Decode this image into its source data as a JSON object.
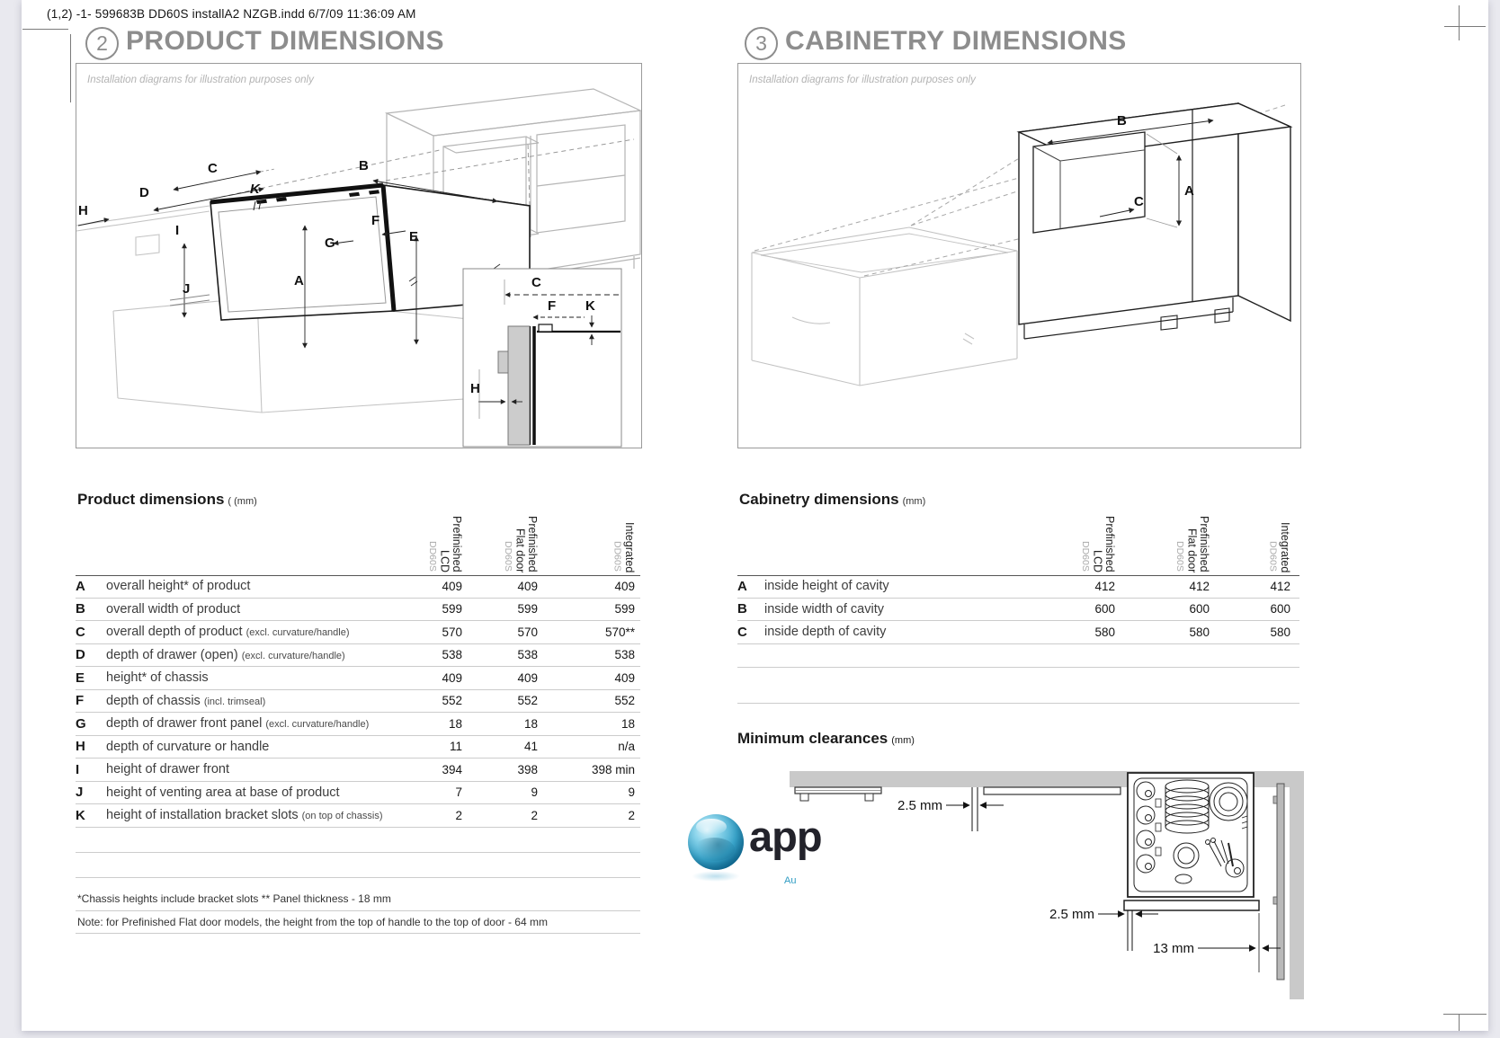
{
  "viewer": {
    "header_text": "(1,2)  -1- 599683B DD60S installA2 NZGB.indd 6/7/09 11:36:09 AM"
  },
  "product_section": {
    "number": "2",
    "title": "PRODUCT DIMENSIONS",
    "diagram_note": "Installation diagrams for illustration purposes only",
    "diagram_labels": {
      "c": "C",
      "b": "B",
      "d": "D",
      "h": "H",
      "k": "K",
      "i": "I",
      "f": "F",
      "e": "E",
      "g": "G",
      "a": "A",
      "j": "J"
    },
    "inset_labels": {
      "c": "C",
      "f": "F",
      "k": "K",
      "h": "H"
    },
    "table": {
      "title": "Product dimensions",
      "unit": "( (mm)",
      "columns": [
        {
          "model": "DD60S",
          "line1": "Prefinished",
          "line2": "LCD"
        },
        {
          "model": "DD60S",
          "line1": "Prefinished",
          "line2": "Flat door"
        },
        {
          "model": "DD60S",
          "line1": "Integrated",
          "line2": ""
        }
      ],
      "rows": [
        {
          "key": "A",
          "desc": "overall height* of product",
          "note": "",
          "v1": "409",
          "v2": "409",
          "v3": "409"
        },
        {
          "key": "B",
          "desc": "overall width of product",
          "note": "",
          "v1": "599",
          "v2": "599",
          "v3": "599"
        },
        {
          "key": "C",
          "desc": "overall depth of product",
          "note": "(excl. curvature/handle)",
          "v1": "570",
          "v2": "570",
          "v3": "570**"
        },
        {
          "key": "D",
          "desc": "depth of drawer (open)",
          "note": "(excl. curvature/handle)",
          "v1": "538",
          "v2": "538",
          "v3": "538"
        },
        {
          "key": "E",
          "desc": "height* of chassis",
          "note": "",
          "v1": "409",
          "v2": "409",
          "v3": "409"
        },
        {
          "key": "F",
          "desc": "depth of chassis",
          "note": "(incl. trimseal)",
          "v1": "552",
          "v2": "552",
          "v3": "552"
        },
        {
          "key": "G",
          "desc": "depth of drawer front panel",
          "note": "(excl. curvature/handle)",
          "v1": "18",
          "v2": "18",
          "v3": "18"
        },
        {
          "key": "H",
          "desc": "depth of curvature or handle",
          "note": "",
          "v1": "11",
          "v2": "41",
          "v3": "n/a"
        },
        {
          "key": "I",
          "desc": "height of drawer front",
          "note": "",
          "v1": "394",
          "v2": "398",
          "v3": "398 min"
        },
        {
          "key": "J",
          "desc": "height of venting area at base of product",
          "note": "",
          "v1": "7",
          "v2": "9",
          "v3": "9"
        },
        {
          "key": "K",
          "desc": "height of installation bracket slots",
          "note": "(on top of chassis)",
          "v1": "2",
          "v2": "2",
          "v3": "2"
        }
      ],
      "footnote1": "*Chassis heights include bracket slots  ** Panel thickness - 18 mm",
      "footnote2": "Note: for Prefinished Flat door models, the height from the top of handle to the top of door - 64 mm"
    }
  },
  "cabinetry_section": {
    "number": "3",
    "title": "CABINETRY DIMENSIONS",
    "diagram_note": "Installation diagrams for illustration purposes only",
    "diagram_labels": {
      "b": "B",
      "a": "A",
      "c": "C"
    },
    "table": {
      "title": "Cabinetry dimensions",
      "unit": "(mm)",
      "columns": [
        {
          "model": "DD60S",
          "line1": "Prefinished",
          "line2": "LCD"
        },
        {
          "model": "DD60S",
          "line1": "Prefinished",
          "line2": "Flat door"
        },
        {
          "model": "DD60S",
          "line1": "Integrated",
          "line2": ""
        }
      ],
      "rows": [
        {
          "key": "A",
          "desc": "inside height of cavity",
          "v1": "412",
          "v2": "412",
          "v3": "412"
        },
        {
          "key": "B",
          "desc": "inside width of cavity",
          "v1": "600",
          "v2": "600",
          "v3": "600"
        },
        {
          "key": "C",
          "desc": "inside depth of cavity",
          "v1": "580",
          "v2": "580",
          "v3": "580"
        }
      ]
    },
    "clearances": {
      "title": "Minimum clearances",
      "unit": "(mm)",
      "gap_top": "2.5 mm",
      "gap_side": "2.5 mm",
      "gap_right": "13 mm"
    }
  },
  "watermark": {
    "text": "app",
    "subtext": "Au"
  }
}
